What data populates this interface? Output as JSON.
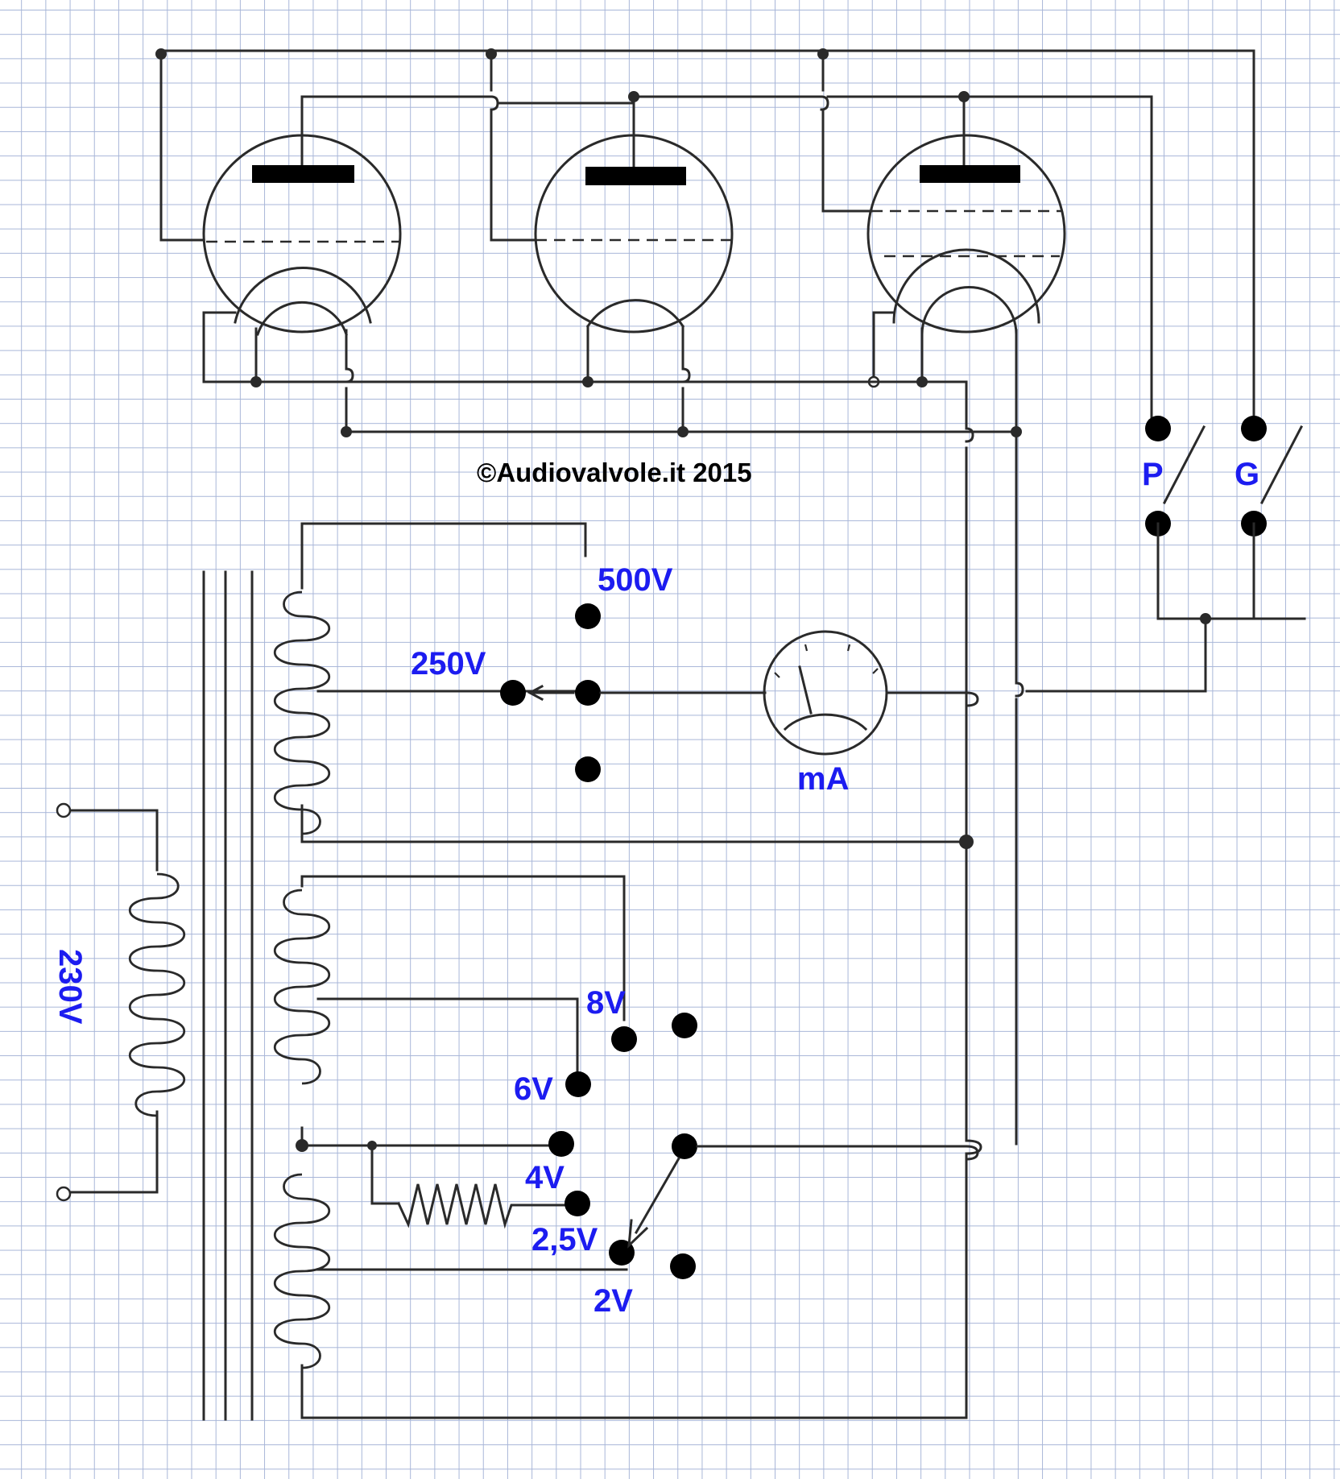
{
  "copyright": "©Audiovalvole.it 2015",
  "labels": {
    "v500": "500V",
    "v250": "250V",
    "meter": "mA",
    "plate_switch": "P",
    "grid_switch": "G",
    "v8": "8V",
    "v6": "6V",
    "v4": "4V",
    "v25": "2,5V",
    "v2": "2V",
    "mains": "230V"
  },
  "colors": {
    "label": "#1c1cf0",
    "wire": "#2a2a2a",
    "grid_lines": "#a8b6d8"
  },
  "components": [
    "triode-tube",
    "triode-tube",
    "pentode-tube",
    "transformer",
    "milliammeter",
    "plate-switch",
    "grid-switch",
    "rheostat"
  ]
}
